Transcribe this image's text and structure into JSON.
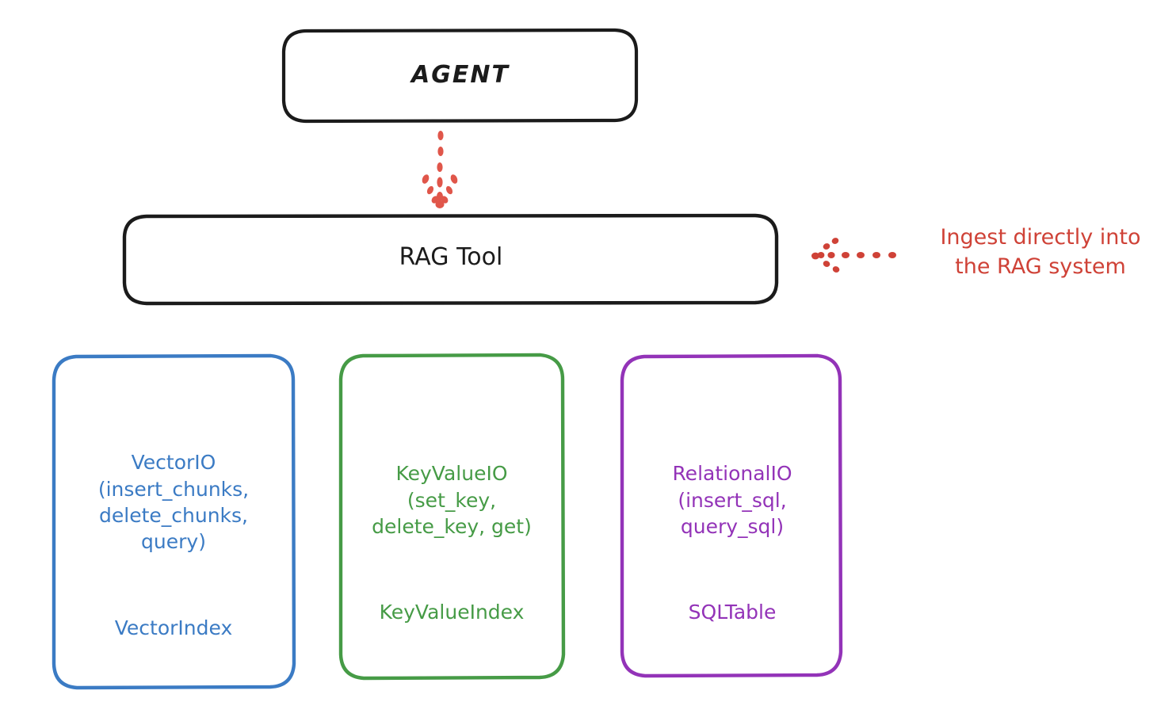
{
  "diagram": {
    "title_box": {
      "label": "AGENT"
    },
    "tool_box": {
      "label": "RAG Tool"
    },
    "annotation": {
      "text": "Ingest directly into\nthe RAG system",
      "color": "#cf4237"
    },
    "arrows": [
      {
        "name": "agent-to-ragtool",
        "style": "dotted",
        "direction": "down",
        "color": "#e0564a"
      },
      {
        "name": "annotation-to-ragtool",
        "style": "dotted",
        "direction": "left",
        "color": "#cf4237"
      }
    ],
    "cards": [
      {
        "name": "vectorio",
        "api": "VectorIO\n(insert_chunks,\ndelete_chunks,\nquery)",
        "index": "VectorIndex",
        "color": "#3b7bc4"
      },
      {
        "name": "keyvalueio",
        "api": "KeyValueIO\n(set_key,\ndelete_key, get)",
        "index": "KeyValueIndex",
        "color": "#469b46"
      },
      {
        "name": "relationalio",
        "api": "RelationalIO\n(insert_sql,\nquery_sql)",
        "index": "SQLTable",
        "color": "#9333b8"
      }
    ]
  }
}
